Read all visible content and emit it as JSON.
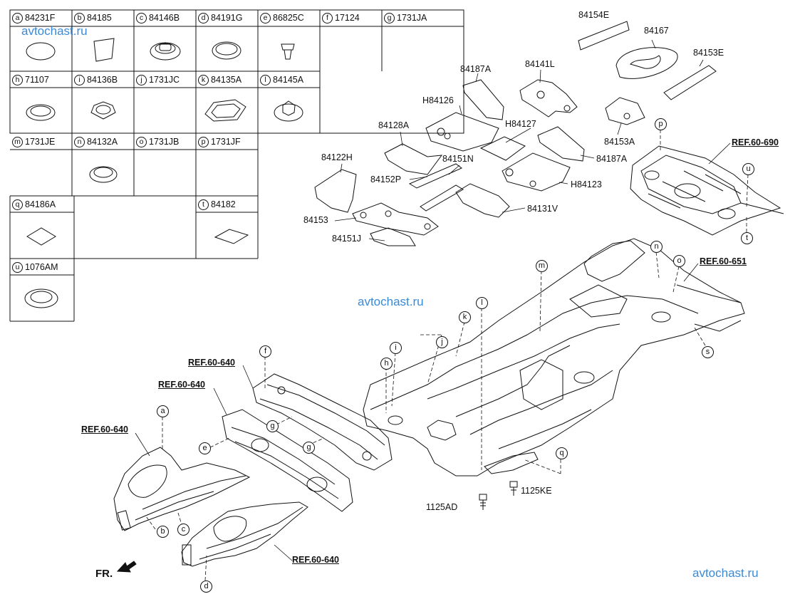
{
  "watermark": "avtochast.ru",
  "parts_table": [
    {
      "letter": "a",
      "part": "84231F"
    },
    {
      "letter": "b",
      "part": "84185"
    },
    {
      "letter": "c",
      "part": "84146B"
    },
    {
      "letter": "d",
      "part": "84191G"
    },
    {
      "letter": "e",
      "part": "86825C"
    },
    {
      "letter": "f",
      "part": "17124"
    },
    {
      "letter": "g",
      "part": "1731JA"
    },
    {
      "letter": "h",
      "part": "71107"
    },
    {
      "letter": "i",
      "part": "84136B"
    },
    {
      "letter": "j",
      "part": "1731JC"
    },
    {
      "letter": "k",
      "part": "84135A"
    },
    {
      "letter": "l",
      "part": "84145A"
    },
    {
      "letter": "m",
      "part": "1731JE"
    },
    {
      "letter": "n",
      "part": "84132A"
    },
    {
      "letter": "o",
      "part": "1731JB"
    },
    {
      "letter": "p",
      "part": "1731JF"
    },
    {
      "letter": "q",
      "part": "84186A"
    },
    {
      "letter": "t",
      "part": "84182"
    },
    {
      "letter": "u",
      "part": "1076AM"
    }
  ],
  "callouts": {
    "c84154E": "84154E",
    "c84167": "84167",
    "c84153E": "84153E",
    "c84187A_top": "84187A",
    "c84141L": "84141L",
    "cH84126": "H84126",
    "cH84127": "H84127",
    "c84128A": "84128A",
    "c84153A": "84153A",
    "c84187A_right": "84187A",
    "c84122H": "84122H",
    "c84151N": "84151N",
    "c84152P": "84152P",
    "cH84123": "H84123",
    "c84131V": "84131V",
    "c84153": "84153",
    "c84151J": "84151J",
    "c1125AD": "1125AD",
    "c1125KE": "1125KE"
  },
  "refs": {
    "r690": "REF.60-690",
    "r651": "REF.60-651",
    "r640a": "REF.60-640",
    "r640b": "REF.60-640",
    "r640c": "REF.60-640",
    "r640d": "REF.60-640"
  },
  "circle_letters": {
    "p": "p",
    "u": "u",
    "t": "t",
    "n": "n",
    "o": "o",
    "m": "m",
    "l": "l",
    "k": "k",
    "j": "j",
    "i": "i",
    "h": "h",
    "s": "s",
    "q": "q",
    "f": "f",
    "g1": "g",
    "g2": "g",
    "e": "e",
    "a": "a",
    "b": "b",
    "c": "c",
    "d": "d"
  },
  "direction": "FR."
}
